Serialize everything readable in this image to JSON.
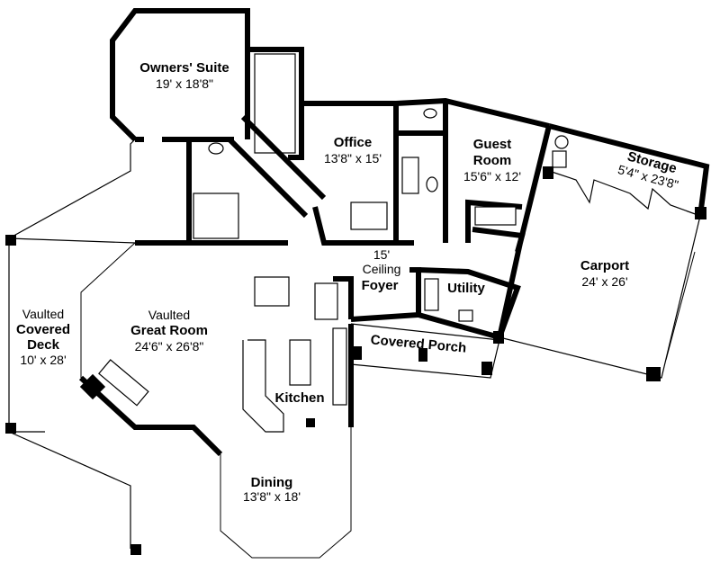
{
  "rooms": {
    "owners_suite": {
      "name": "Owners' Suite",
      "size": "19' x 18'8\""
    },
    "office": {
      "name": "Office",
      "size": "13'8\" x 15'"
    },
    "guest_room": {
      "name_line1": "Guest",
      "name_line2": "Room",
      "size": "15'6\" x 12'"
    },
    "storage": {
      "name": "Storage",
      "size": "5'4\" x 23'8\""
    },
    "carport": {
      "name": "Carport",
      "size": "24' x 26'"
    },
    "foyer": {
      "note_line1": "15'",
      "note_line2": "Ceiling",
      "name": "Foyer"
    },
    "utility": {
      "name": "Utility"
    },
    "covered_porch": {
      "name": "Covered Porch"
    },
    "covered_deck": {
      "note": "Vaulted",
      "name_line1": "Covered",
      "name_line2": "Deck",
      "size": "10' x 28'"
    },
    "great_room": {
      "note": "Vaulted",
      "name": "Great Room",
      "size": "24'6\" x 26'8\""
    },
    "kitchen": {
      "name": "Kitchen"
    },
    "dining": {
      "name": "Dining",
      "size": "13'8\" x 18'"
    }
  }
}
